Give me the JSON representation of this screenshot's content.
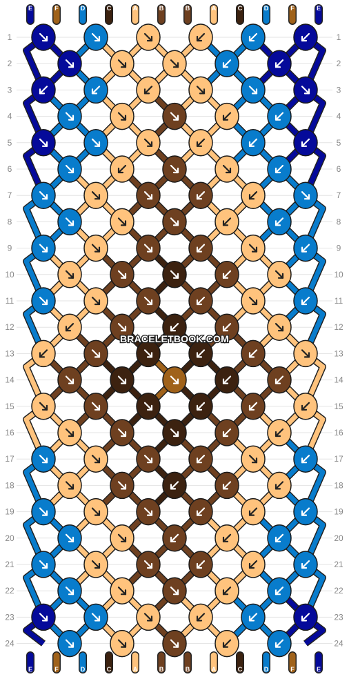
{
  "title": "",
  "watermark": "BRACELETBOOK.COM",
  "colors": {
    "A": "#FFC37D",
    "B": "#6E4020",
    "C": "#3C2210",
    "D": "#087CCC",
    "E": "#050A9A",
    "F": "#A0621A"
  },
  "strands": {
    "top": [
      "E",
      "F",
      "D",
      "C",
      "A",
      "B",
      "B",
      "A",
      "C",
      "D",
      "F",
      "E"
    ],
    "bottom": [
      "E",
      "F",
      "D",
      "C",
      "A",
      "B",
      "B",
      "A",
      "C",
      "D",
      "F",
      "E"
    ]
  },
  "rows": {
    "left_labels": [
      "1",
      "2",
      "3",
      "4",
      "5",
      "6",
      "7",
      "8",
      "9",
      "10",
      "11",
      "12",
      "13",
      "14",
      "15",
      "16",
      "17",
      "18",
      "19",
      "20",
      "21",
      "22",
      "23",
      "24"
    ],
    "right_labels": [
      "1",
      "2",
      "3",
      "4",
      "5",
      "6",
      "7",
      "8",
      "9",
      "10",
      "11",
      "12",
      "13",
      "14",
      "15",
      "16",
      "17",
      "18",
      "19",
      "20",
      "21",
      "22",
      "23",
      "24"
    ]
  },
  "knots": {
    "odd_rows": [
      [
        "E>",
        "D>",
        "A>",
        "A<",
        "D<",
        "E<"
      ],
      [
        "E<",
        "D<",
        "A<",
        "A>",
        "D>",
        "E>"
      ],
      [
        "E>",
        "D>",
        "A>",
        "A<",
        "D<",
        "E<"
      ],
      [
        "D>",
        "A>",
        "B>",
        "B<",
        "A<",
        "D>"
      ],
      [
        "D>",
        "A>",
        "B>",
        "B<",
        "A>",
        "D<"
      ],
      [
        "D>",
        "A>",
        "B>",
        "B<",
        "A>",
        "D<"
      ],
      [
        "A<",
        "B>",
        "C>",
        "C<",
        "B<",
        "A>"
      ],
      [
        "A>",
        "B>",
        "C>",
        "C<",
        "B<",
        "A<"
      ],
      [
        "D>",
        "A>",
        "B>",
        "B<",
        "A>",
        "D<"
      ],
      [
        "D>",
        "A>",
        "B>",
        "B<",
        "A<",
        "D<"
      ],
      [
        "D>",
        "A>",
        "B>",
        "B<",
        "A<",
        "D<"
      ],
      [
        "E>",
        "D>",
        "A>",
        "A<",
        "D<",
        "E<"
      ]
    ],
    "even_rows": [
      [
        "E>",
        "A>",
        "A>",
        "D<",
        "E<"
      ],
      [
        "D>",
        "A>",
        "B>",
        "A<",
        "D<"
      ],
      [
        "D>",
        "A<",
        "B>",
        "A>",
        "D<"
      ],
      [
        "D>",
        "A>",
        "B>",
        "A<",
        "D<"
      ],
      [
        "A>",
        "B>",
        "C>",
        "B<",
        "A>"
      ],
      [
        "A<",
        "B>",
        "C<",
        "B<",
        "A>"
      ],
      [
        "B>",
        "C>",
        "F>",
        "C<",
        "B<"
      ],
      [
        "A>",
        "B>",
        "C>",
        "B<",
        "A<"
      ],
      [
        "A>",
        "B>",
        "C<",
        "B<",
        "A<"
      ],
      [
        "D>",
        "A>",
        "B<",
        "A<",
        "D<"
      ],
      [
        "D>",
        "A>",
        "B>",
        "A<",
        "D<"
      ],
      [
        "D>",
        "A>",
        "B>",
        "A<",
        "D<"
      ]
    ]
  }
}
